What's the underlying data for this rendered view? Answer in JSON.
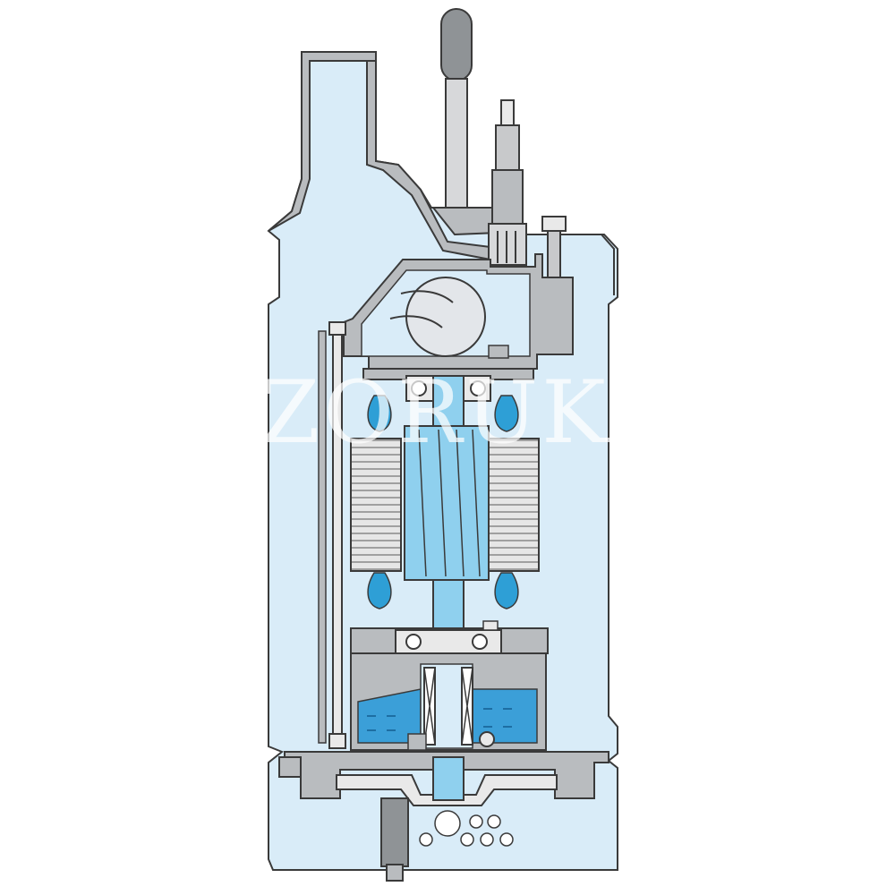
{
  "watermark": {
    "text": "BENZORUKA.RU"
  },
  "colors": {
    "background": "#ffffff",
    "outline": "#3a3a3a",
    "housing_fill": "#d9ecf8",
    "metal_gray": "#b9bcbf",
    "metal_dark": "#8f9396",
    "rotor_blue": "#8fd0ee",
    "winding_blue": "#2e9fd6",
    "oil_blue": "#3b9fd8",
    "white_metal": "#f2f2f2"
  },
  "parts": [
    "outer-housing",
    "discharge-outlet",
    "lifting-handle",
    "cable-entry",
    "terminal-bolt",
    "motor-cover",
    "thermal-protector",
    "upper-bearing",
    "stator-core",
    "stator-windings",
    "rotor",
    "motor-shaft",
    "lower-bearing",
    "oil-chamber",
    "mechanical-seal",
    "impeller",
    "pump-casing",
    "suction-strainer",
    "drain-plug",
    "tie-rod"
  ]
}
